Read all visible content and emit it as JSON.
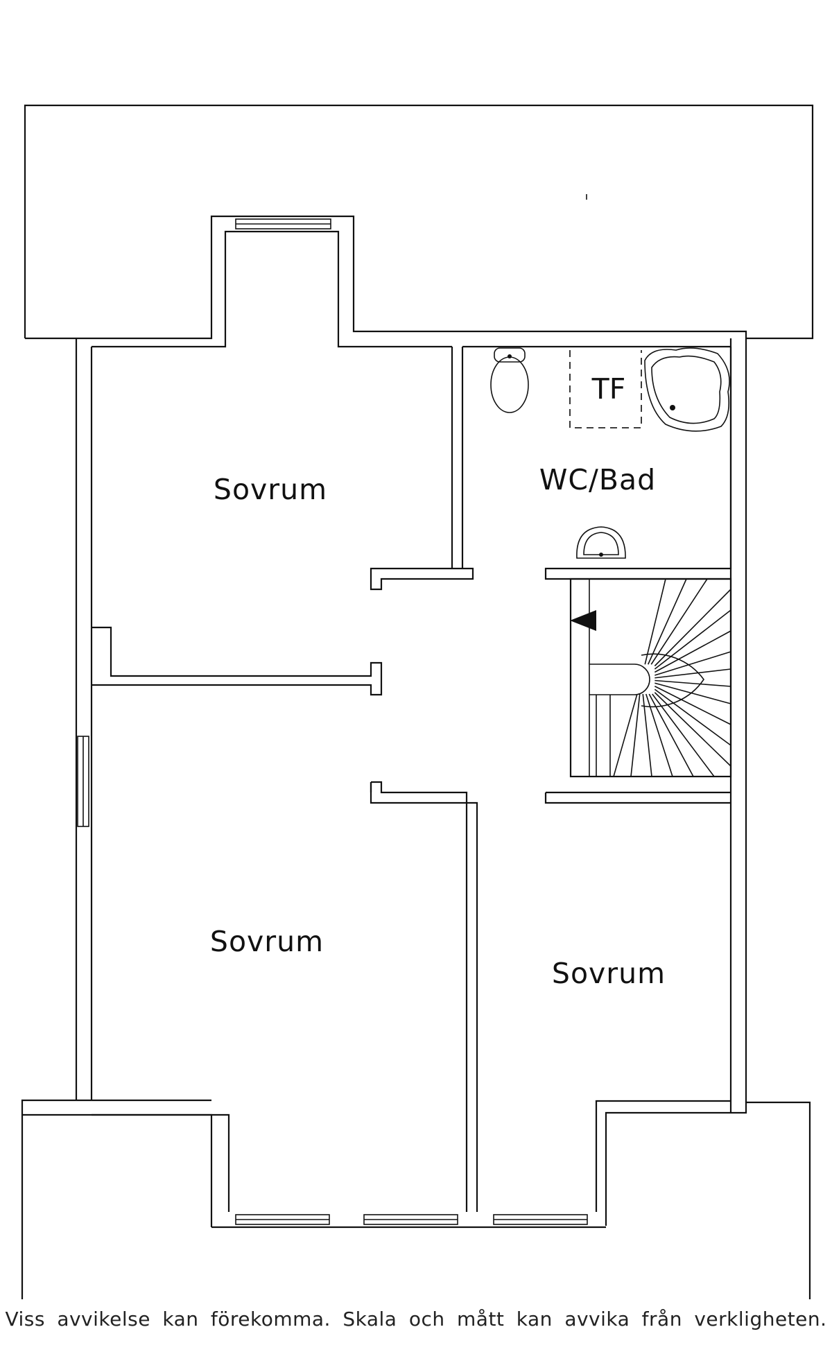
{
  "rooms": {
    "bedroom_top": "Sovrum",
    "bathroom": "WC/Bad",
    "bathroom_fixture": "TF",
    "bedroom_bottom_left": "Sovrum",
    "bedroom_bottom_right": "Sovrum"
  },
  "disclaimer": "Viss avvikelse kan förekomma. Skala och mått kan avvika från verkligheten."
}
